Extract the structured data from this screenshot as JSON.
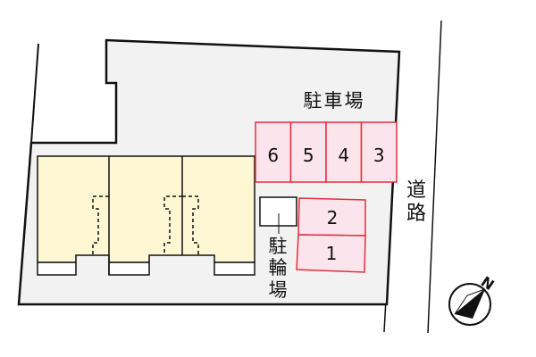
{
  "labels": {
    "car_parking": "駐車場",
    "bicycle_parking": [
      "駐",
      "輪",
      "場"
    ],
    "road": [
      "道",
      "路"
    ],
    "north": "N"
  },
  "parking_spaces": {
    "top_row": [
      "6",
      "5",
      "4",
      "3"
    ],
    "side_column": [
      "2",
      "1"
    ]
  },
  "colors": {
    "lot": "#f2f2f2",
    "building": "#fdf8d3",
    "parking_fill": "#fce4ec",
    "parking_border": "#e0303c",
    "outline": "#111111"
  }
}
